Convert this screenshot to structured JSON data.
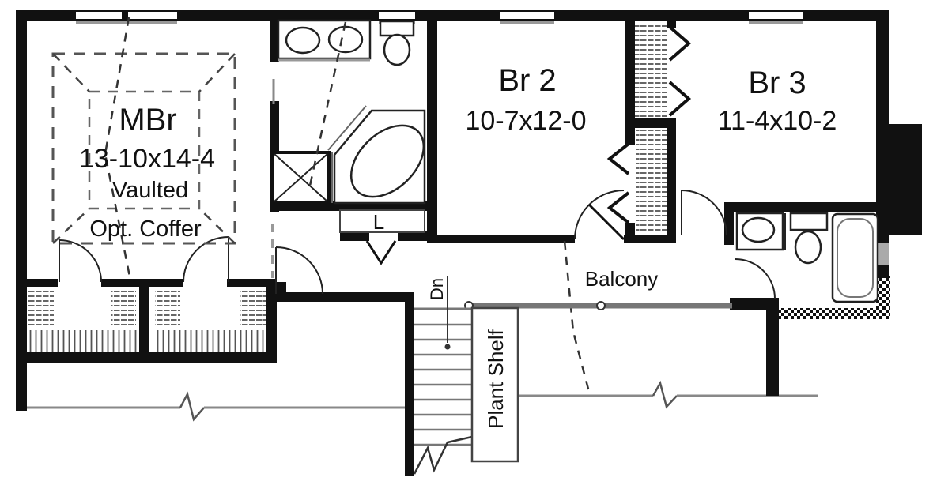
{
  "rooms": {
    "mbr": {
      "name": "MBr",
      "dims": "13-10x14-4",
      "ceiling": "Vaulted",
      "option": "Opt. Coffer"
    },
    "br2": {
      "name": "Br 2",
      "dims": "10-7x12-0"
    },
    "br3": {
      "name": "Br 3",
      "dims": "11-4x10-2"
    }
  },
  "labels": {
    "balcony": "Balcony",
    "plant_shelf": "Plant Shelf",
    "stairs_down": "Dn",
    "linen_closet": "L"
  },
  "colors": {
    "wall": "#111111",
    "gray_line": "#888888",
    "railing": "#777777",
    "background": "#ffffff"
  }
}
